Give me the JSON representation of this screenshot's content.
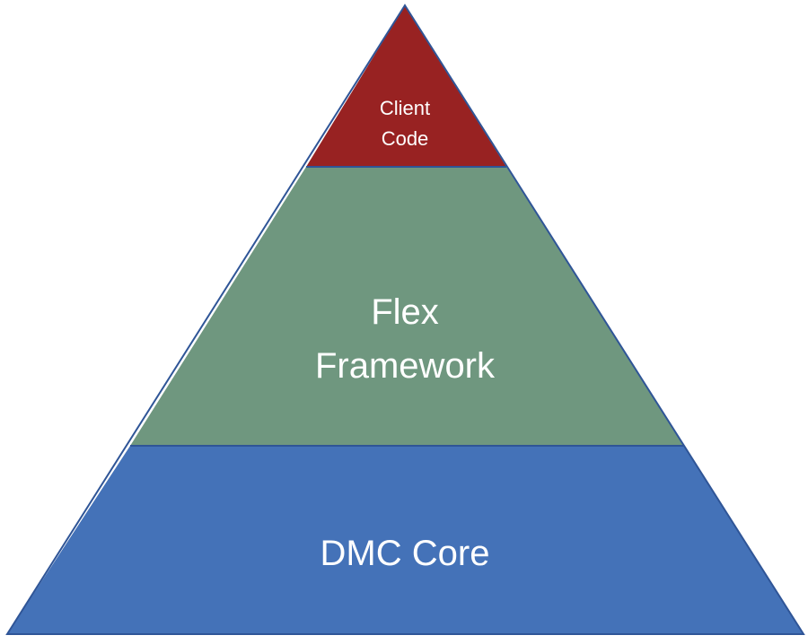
{
  "diagram": {
    "type": "pyramid",
    "layers": [
      {
        "id": "client-code",
        "lines": [
          "Client",
          "Code"
        ],
        "color": "#982222"
      },
      {
        "id": "flex-framework",
        "lines": [
          "Flex",
          "Framework"
        ],
        "color": "#6f977f"
      },
      {
        "id": "dmc-core",
        "lines": [
          "DMC Core"
        ],
        "color": "#4472b8"
      }
    ],
    "text_color": "#ffffff",
    "outline_color": "#2f5597"
  }
}
